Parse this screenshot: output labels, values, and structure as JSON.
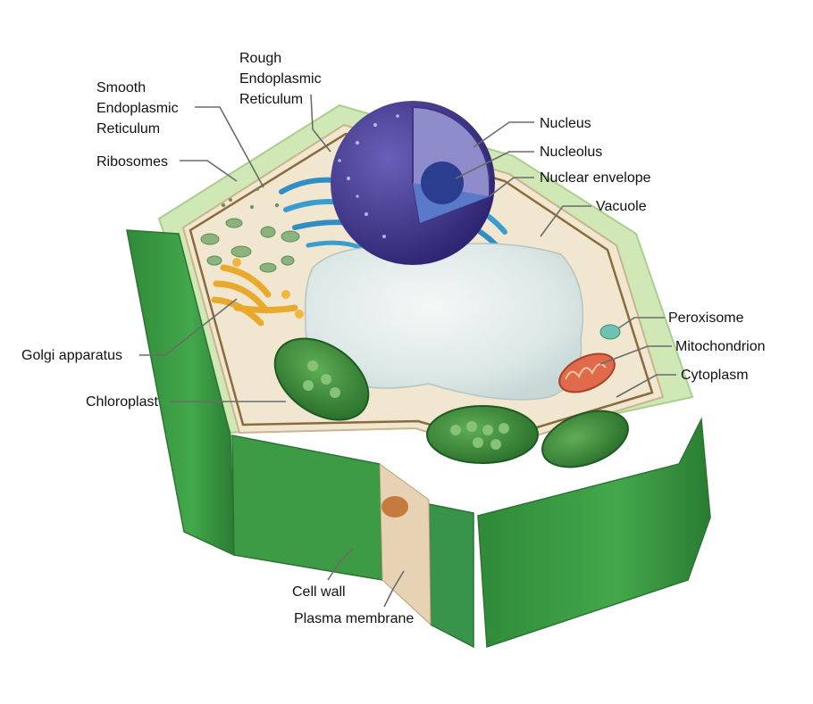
{
  "colors": {
    "wall_green": "#3a9a43",
    "wall_light": "#cfe8b6",
    "cytoplasm": "#f1e6cf",
    "vacuole": "#dfe9e7",
    "nucleus": "#4b3f93",
    "er_blue": "#2f8fc4",
    "golgi": "#e9a92c",
    "chloroplast": "#3d8a3a",
    "mitochondrion": "#e06a4c",
    "peroxisome": "#6cc3b2"
  },
  "labels": {
    "smooth_er": [
      "Smooth",
      "Endoplasmic",
      "Reticulum"
    ],
    "rough_er": [
      "Rough",
      "Endoplasmic",
      "Reticulum"
    ],
    "ribosomes": "Ribosomes",
    "golgi": "Golgi apparatus",
    "chloroplast": "Chloroplast",
    "nucleus": "Nucleus",
    "nucleolus": "Nucleolus",
    "nuclear_envelope": "Nuclear envelope",
    "vacuole": "Vacuole",
    "peroxisome": "Peroxisome",
    "mitochondrion": "Mitochondrion",
    "cytoplasm": "Cytoplasm",
    "cell_wall": "Cell wall",
    "plasma_membrane": "Plasma membrane"
  }
}
